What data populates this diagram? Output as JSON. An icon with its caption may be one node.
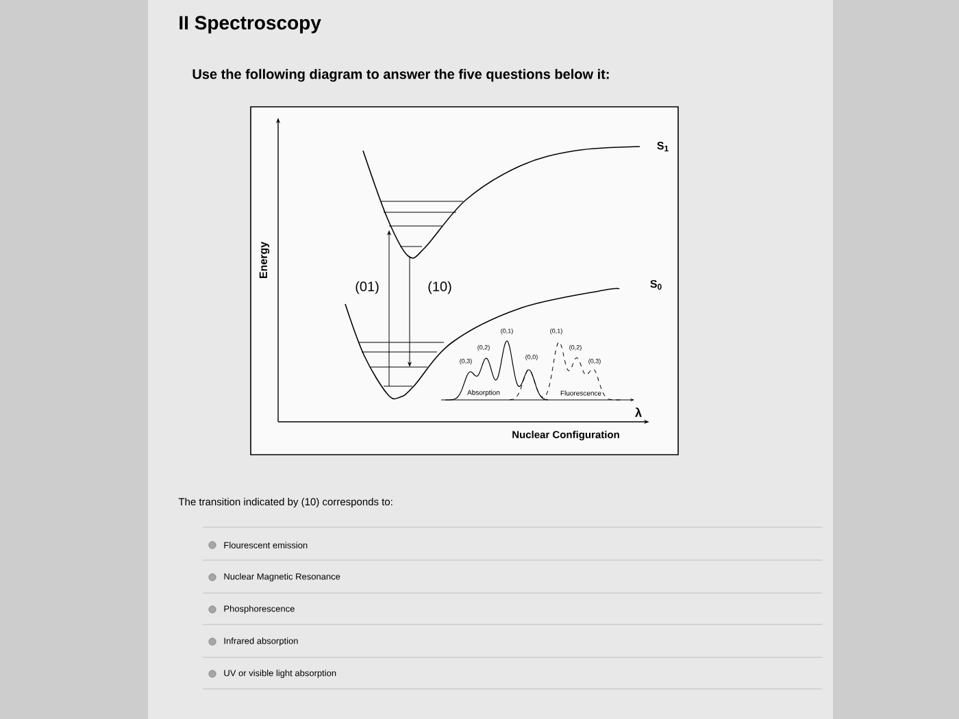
{
  "diagram": {
    "title": "II Spectroscopy",
    "labels": [
      "Use the following diagram to answer the five questions below it:",
      "Energy",
      "S$_{1}$",
      "S$_{0}$",
      "(01)",
      "(10)",
      "(0,3)",
      "(0,2)",
      "(0,1)",
      "(0,0)",
      "(0,1)",
      "(0,2)",
      "(0,3)",
      "Absorption",
      "Fluorescence",
      "λ",
      "Nuclear Configuration",
      "The transition indicated by (10) corresponds to:",
      "Flourescent emission",
      "Nuclear Magnetic Resonance",
      "Phosphorescence",
      "Infrared absorption",
      "UV or visible light absorption"
    ]
  }
}
